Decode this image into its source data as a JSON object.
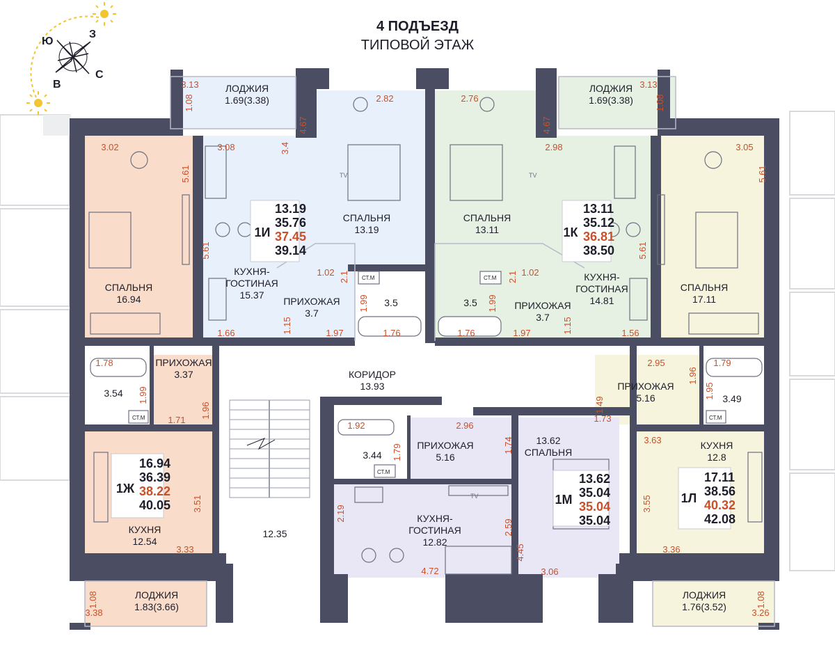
{
  "header": {
    "line1": "4 ПОДЪЕЗД",
    "line2": "ТИПОВОЙ ЭТАЖ"
  },
  "compass": {
    "labels": [
      "Ю",
      "З",
      "С",
      "В"
    ]
  },
  "colors": {
    "wall": "#4b4e62",
    "ext_wall": "#565a6e",
    "dim_text": "#c8502a",
    "label_text": "#1e1e2a",
    "apt_1I": "#e8f1fb",
    "apt_1K": "#e7f1e3",
    "apt_1Zh": "#f9dcc9",
    "apt_1L": "#f6f4dc",
    "apt_1M": "#e9e7f6",
    "common": "#ffffff",
    "sun": "#f2c531"
  },
  "apartments": [
    {
      "id": "1I",
      "code": "1И",
      "areas": [
        "13.19",
        "35.76",
        "37.45",
        "39.14"
      ]
    },
    {
      "id": "1K",
      "code": "1К",
      "areas": [
        "13.11",
        "35.12",
        "36.81",
        "38.50"
      ]
    },
    {
      "id": "1Zh",
      "code": "1Ж",
      "areas": [
        "16.94",
        "36.39",
        "38.22",
        "40.05"
      ]
    },
    {
      "id": "1L",
      "code": "1Л",
      "areas": [
        "17.11",
        "38.56",
        "40.32",
        "42.08"
      ]
    },
    {
      "id": "1M",
      "code": "1М",
      "areas": [
        "13.62",
        "35.04",
        "35.04",
        "35.04"
      ]
    }
  ],
  "rooms": [
    {
      "id": "r-balcony-tl",
      "lines": [
        "ЛОДЖИЯ",
        "1.69(3.38)"
      ]
    },
    {
      "id": "r-bed-1i",
      "lines": [
        "СПАЛЬНЯ",
        "13.19"
      ]
    },
    {
      "id": "r-bed-1k",
      "lines": [
        "СПАЛЬНЯ",
        "13.11"
      ]
    },
    {
      "id": "r-balcony-tr",
      "lines": [
        "ЛОДЖИЯ",
        "1.69(3.38)"
      ]
    },
    {
      "id": "r-bed-left",
      "lines": [
        "СПАЛЬНЯ",
        "16.94"
      ]
    },
    {
      "id": "r-kitchen-1i",
      "lines": [
        "КУХНЯ-",
        "ГОСТИНАЯ",
        "15.37"
      ]
    },
    {
      "id": "r-hall-1i",
      "lines": [
        "ПРИХОЖАЯ",
        "3.7"
      ]
    },
    {
      "id": "r-bath-1i",
      "lines": [
        "3.5"
      ]
    },
    {
      "id": "r-bath-1k",
      "lines": [
        "3.5"
      ]
    },
    {
      "id": "r-hall-1k",
      "lines": [
        "ПРИХОЖАЯ",
        "3.7"
      ]
    },
    {
      "id": "r-kitchen-1k",
      "lines": [
        "КУХНЯ-",
        "ГОСТИНАЯ",
        "14.81"
      ]
    },
    {
      "id": "r-bed-right",
      "lines": [
        "СПАЛЬНЯ",
        "17.11"
      ]
    },
    {
      "id": "r-hall-1zh",
      "lines": [
        "ПРИХОЖАЯ",
        "3.37"
      ]
    },
    {
      "id": "r-bath-1zh",
      "lines": [
        "3.54"
      ]
    },
    {
      "id": "r-corridor",
      "lines": [
        "КОРИДОР",
        "13.93"
      ]
    },
    {
      "id": "r-hall-1l",
      "lines": [
        "ПРИХОЖАЯ",
        "5.16"
      ]
    },
    {
      "id": "r-bath-1l",
      "lines": [
        "3.49"
      ]
    },
    {
      "id": "r-bath-1m",
      "lines": [
        "3.44"
      ]
    },
    {
      "id": "r-hall-1m",
      "lines": [
        "ПРИХОЖАЯ",
        "5.16"
      ]
    },
    {
      "id": "r-bed-1m",
      "lines": [
        "13.62",
        "СПАЛЬНЯ"
      ]
    },
    {
      "id": "r-kitchen-1zh",
      "lines": [
        "КУХНЯ",
        "12.54"
      ]
    },
    {
      "id": "r-kitchen-1l",
      "lines": [
        "КУХНЯ",
        "12.8"
      ]
    },
    {
      "id": "r-stair",
      "lines": [
        "12.35"
      ]
    },
    {
      "id": "r-kitchen-1m",
      "lines": [
        "КУХНЯ-",
        "ГОСТИНАЯ",
        "12.82"
      ]
    },
    {
      "id": "r-balcony-bl",
      "lines": [
        "ЛОДЖИЯ",
        "1.83(3.66)"
      ]
    },
    {
      "id": "r-balcony-br",
      "lines": [
        "ЛОДЖИЯ",
        "1.76(3.52)"
      ]
    }
  ],
  "dimensions": [
    "3.13",
    "1.08",
    "2.82",
    "2.76",
    "3.13",
    "1.08",
    "3.02",
    "3.08",
    "3.4",
    "4.67",
    "4.67",
    "2.98",
    "3.05",
    "5.61",
    "5.61",
    "5.61",
    "5.61",
    "1.02",
    "2.1",
    "2.1",
    "1.02",
    "1.99",
    "1.99",
    "1.15",
    "1.15",
    "1.66",
    "1.97",
    "1.76",
    "1.76",
    "1.97",
    "1.56",
    "1.78",
    "1.99",
    "1.71",
    "1.96",
    "2.95",
    "1.96",
    "1.79",
    "1.49",
    "1.95",
    "1.73",
    "1.92",
    "1.79",
    "2.96",
    "1.74",
    "3.63",
    "3.51",
    "3.55",
    "3.33",
    "3.36",
    "2.19",
    "2.59",
    "4.45",
    "4.72",
    "3.06",
    "3.38",
    "1.08",
    "3.26",
    "1.08"
  ],
  "fixtures": {
    "wc": "СТ.М",
    "tv": "TV"
  }
}
